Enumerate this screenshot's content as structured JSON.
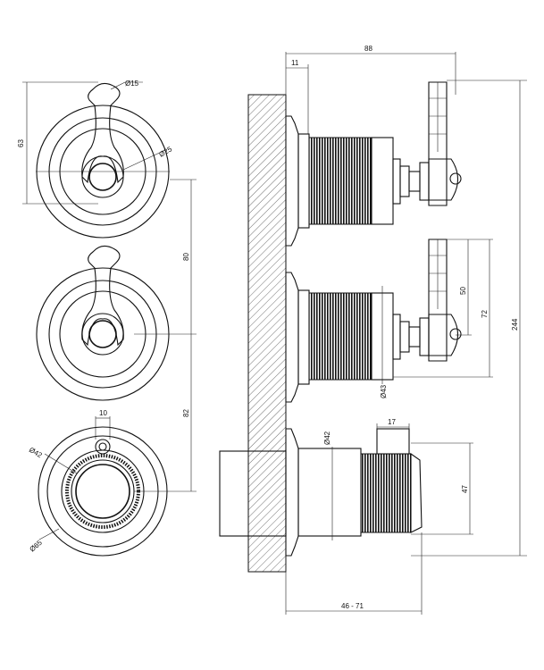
{
  "dimensions": {
    "overall_width": "88",
    "wall_offset": "11",
    "height_63": "63",
    "diameter_15": "Ø15",
    "diameter_25": "Ø25",
    "spacing_80": "80",
    "spacing_82": "82",
    "width_10": "10",
    "diameter_42_front": "Ø42",
    "diameter_65": "Ø65",
    "lever_50": "50",
    "lever_72": "72",
    "total_244": "244",
    "diameter_43": "Ø43",
    "diameter_42_side": "Ø42",
    "knob_17": "17",
    "knob_47": "47",
    "depth_range": "46 - 71"
  },
  "colors": {
    "line": "#111111",
    "background": "#ffffff"
  }
}
